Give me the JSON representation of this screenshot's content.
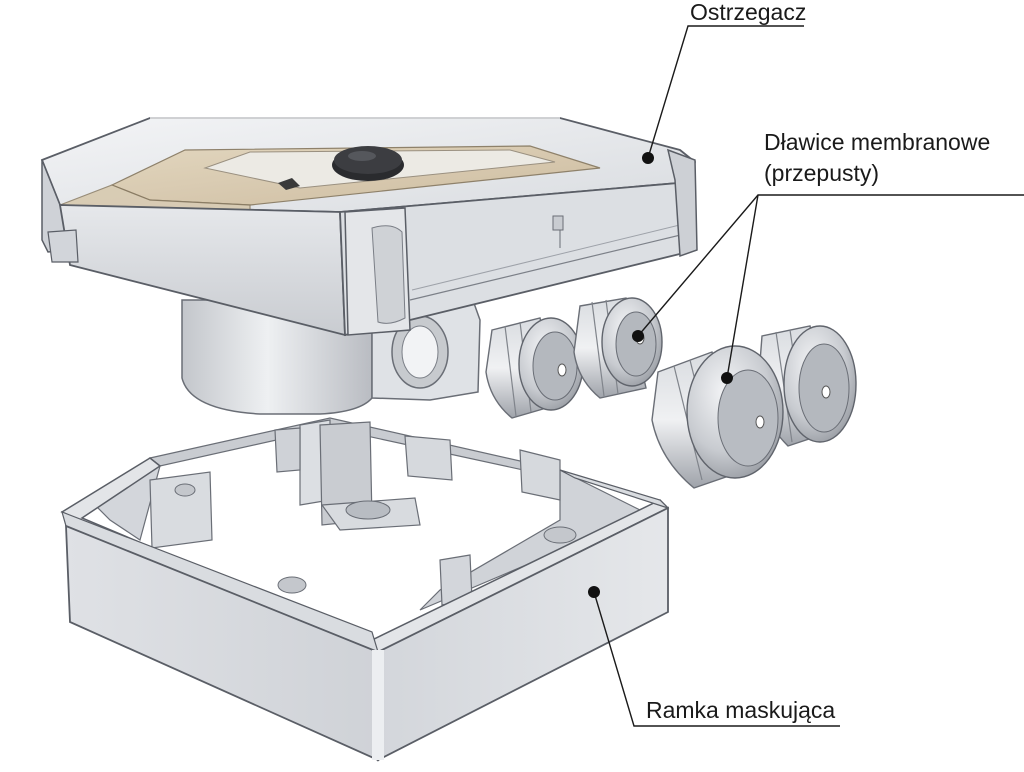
{
  "labels": {
    "ostrzegacz": "Ostrzegacz",
    "dlawice_line1": "Dławice membranowe",
    "dlawice_line2": "(przepusty)",
    "ramka": "Ramka maskująca"
  },
  "colors": {
    "background": "#ffffff",
    "housing_light": "#eceef1",
    "housing_mid": "#d4d7dc",
    "housing_dark": "#a9adb4",
    "window_tint": "#d8c8ad",
    "outline": "#5a5e66",
    "leader_line": "#1a1a1a",
    "marker_dot": "#111111"
  }
}
